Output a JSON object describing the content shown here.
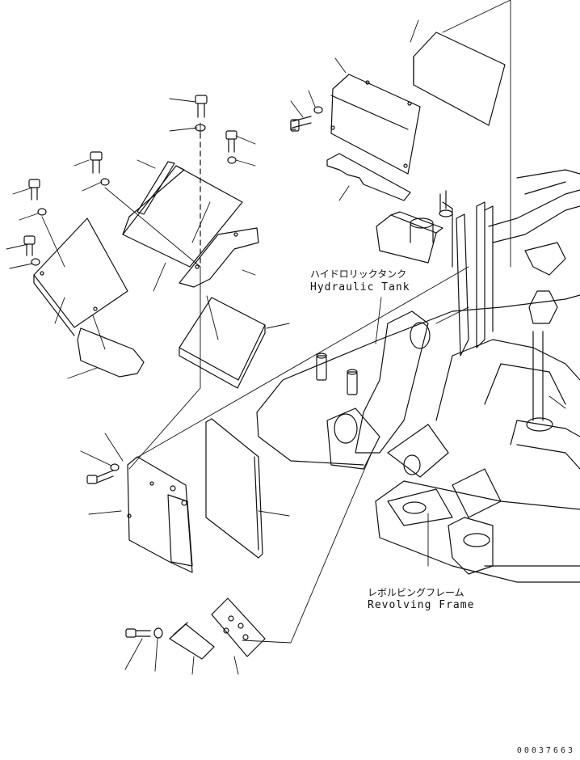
{
  "callouts": {
    "hydraulic_tank": {
      "jp": "ハイドロリックタンク",
      "en": "Hydraulic Tank"
    },
    "revolving_frame": {
      "jp": "レボルビングフレーム",
      "en": "Revolving Frame"
    }
  },
  "document_number": "00037663",
  "colors": {
    "line": "#111111",
    "background": "#ffffff"
  }
}
